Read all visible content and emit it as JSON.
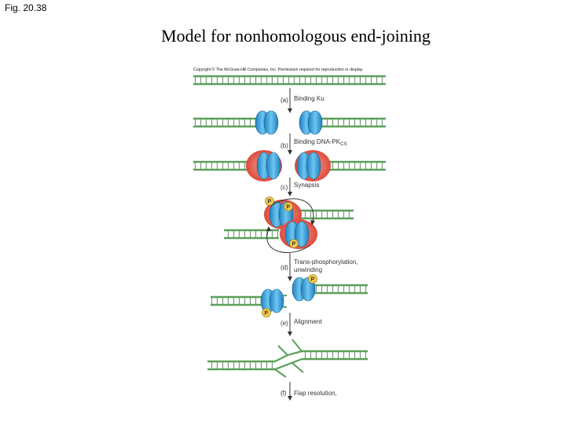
{
  "fig_label": "Fig. 20.38",
  "title": "Model for nonhomologous end-joining",
  "copyright": "Copyright © The McGraw-Hill Companies, Inc. Permission required for reproduction or display.",
  "steps": [
    {
      "letter": "(a)",
      "label": "Binding Ku"
    },
    {
      "letter": "(b)",
      "label": "Binding DNA-PK",
      "subscript": "CS"
    },
    {
      "letter": "(c)",
      "label": "Synapsis"
    },
    {
      "letter": "(d)",
      "label": "Trans-phosphorylation,",
      "label2": "unwinding"
    },
    {
      "letter": "(e)",
      "label": "Alignment"
    },
    {
      "letter": "(f)",
      "label": "Flap resolution,"
    }
  ],
  "phospho_label": "P",
  "colors": {
    "dna": "#5aa05a",
    "ku": "#2b9ed6",
    "dnapk": "#e0453a",
    "phospho": "#f2c94c"
  }
}
